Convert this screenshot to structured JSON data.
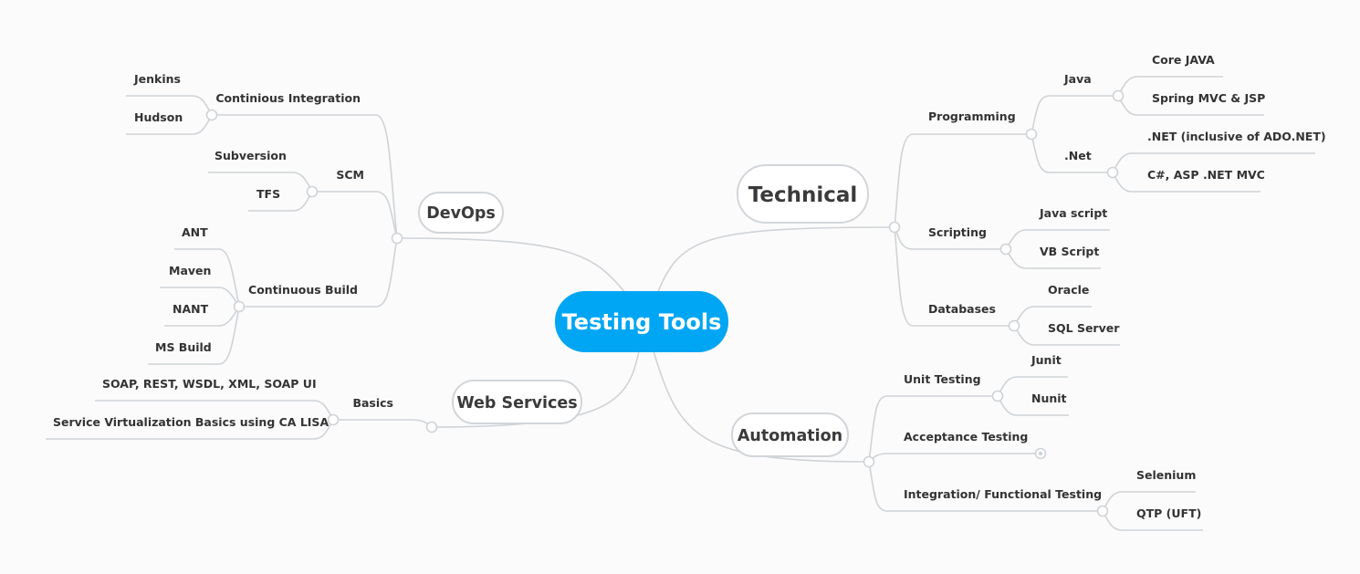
{
  "root": {
    "label": "Testing Tools"
  },
  "colors": {
    "root_fill": "#00a6f4",
    "line": "#cfd3d7",
    "text": "#333333",
    "background": "#fbfbfb"
  },
  "branches": {
    "technical": {
      "label": "Technical",
      "programming": {
        "label": "Programming",
        "java": {
          "label": "Java",
          "items": [
            "Core JAVA",
            "Spring MVC & JSP"
          ]
        },
        "dotnet": {
          "label": ".Net",
          "items": [
            ".NET (inclusive of ADO.NET)",
            "C#, ASP .NET MVC"
          ]
        }
      },
      "scripting": {
        "label": "Scripting",
        "items": [
          "Java script",
          "VB Script"
        ]
      },
      "databases": {
        "label": "Databases",
        "items": [
          "Oracle",
          "SQL Server"
        ]
      }
    },
    "automation": {
      "label": "Automation",
      "unit_testing": {
        "label": "Unit Testing",
        "items": [
          "Junit",
          "Nunit"
        ]
      },
      "acceptance_testing": {
        "label": "Acceptance Testing"
      },
      "integration_testing": {
        "label": "Integration/ Functional Testing",
        "items": [
          "Selenium",
          "QTP (UFT)"
        ]
      }
    },
    "devops": {
      "label": "DevOps",
      "ci": {
        "label": "Continious Integration",
        "items": [
          "Jenkins",
          "Hudson"
        ]
      },
      "scm": {
        "label": "SCM",
        "items": [
          "Subversion",
          "TFS"
        ]
      },
      "build": {
        "label": "Continuous Build",
        "items": [
          "ANT",
          "Maven",
          "NANT",
          "MS Build"
        ]
      }
    },
    "web_services": {
      "label": "Web Services",
      "basics": {
        "label": "Basics",
        "items": [
          "SOAP, REST, WSDL, XML, SOAP UI",
          "Service Virtualization Basics using CA LISA"
        ]
      }
    }
  }
}
